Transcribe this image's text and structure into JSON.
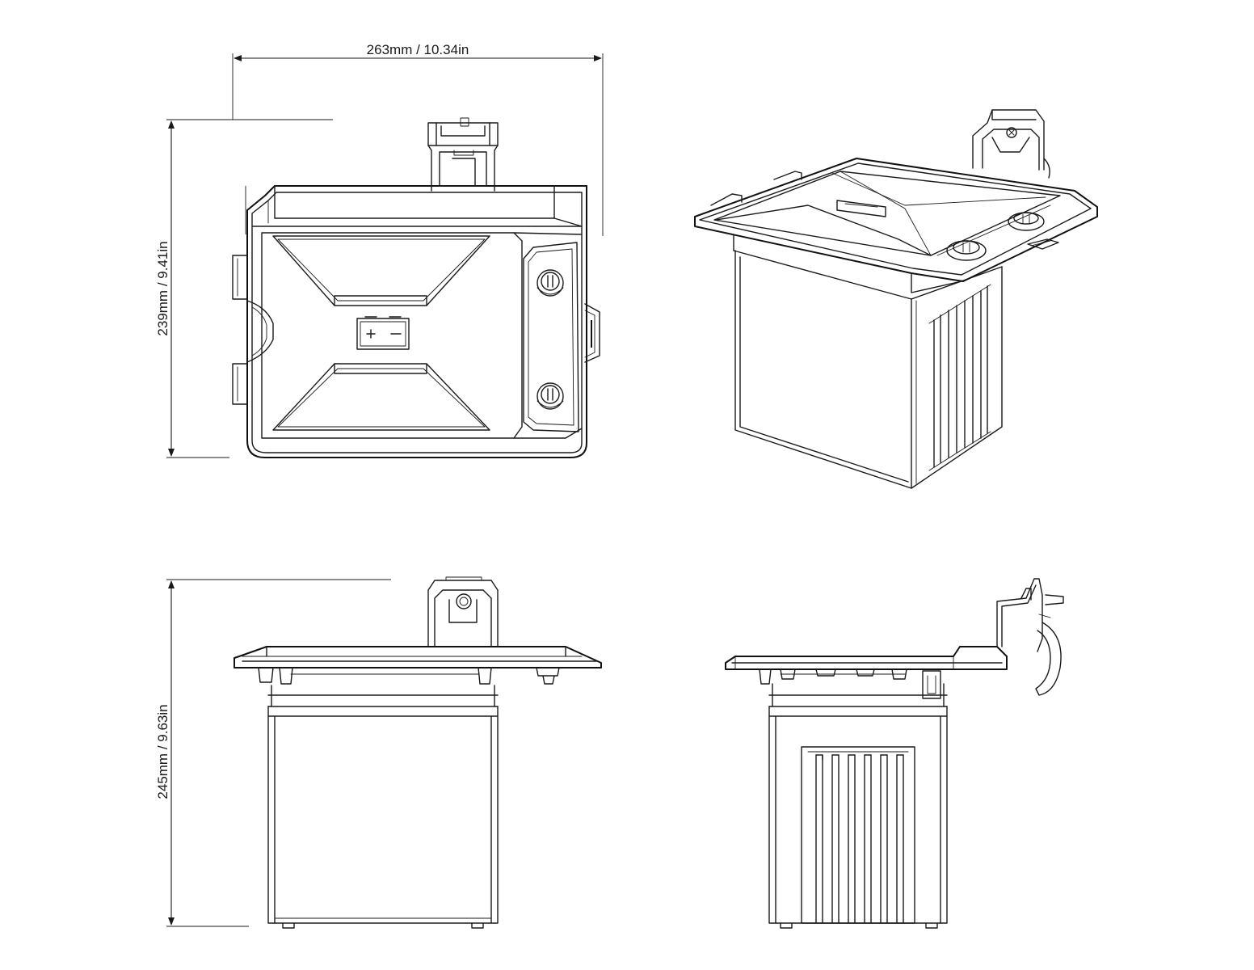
{
  "dimensions": {
    "width_label": "263mm / 10.34in",
    "height_top_label": "239mm / 9.41in",
    "height_bottom_label": "245mm / 9.63in"
  },
  "views": [
    "top-view",
    "isometric-view",
    "front-view",
    "side-view"
  ]
}
